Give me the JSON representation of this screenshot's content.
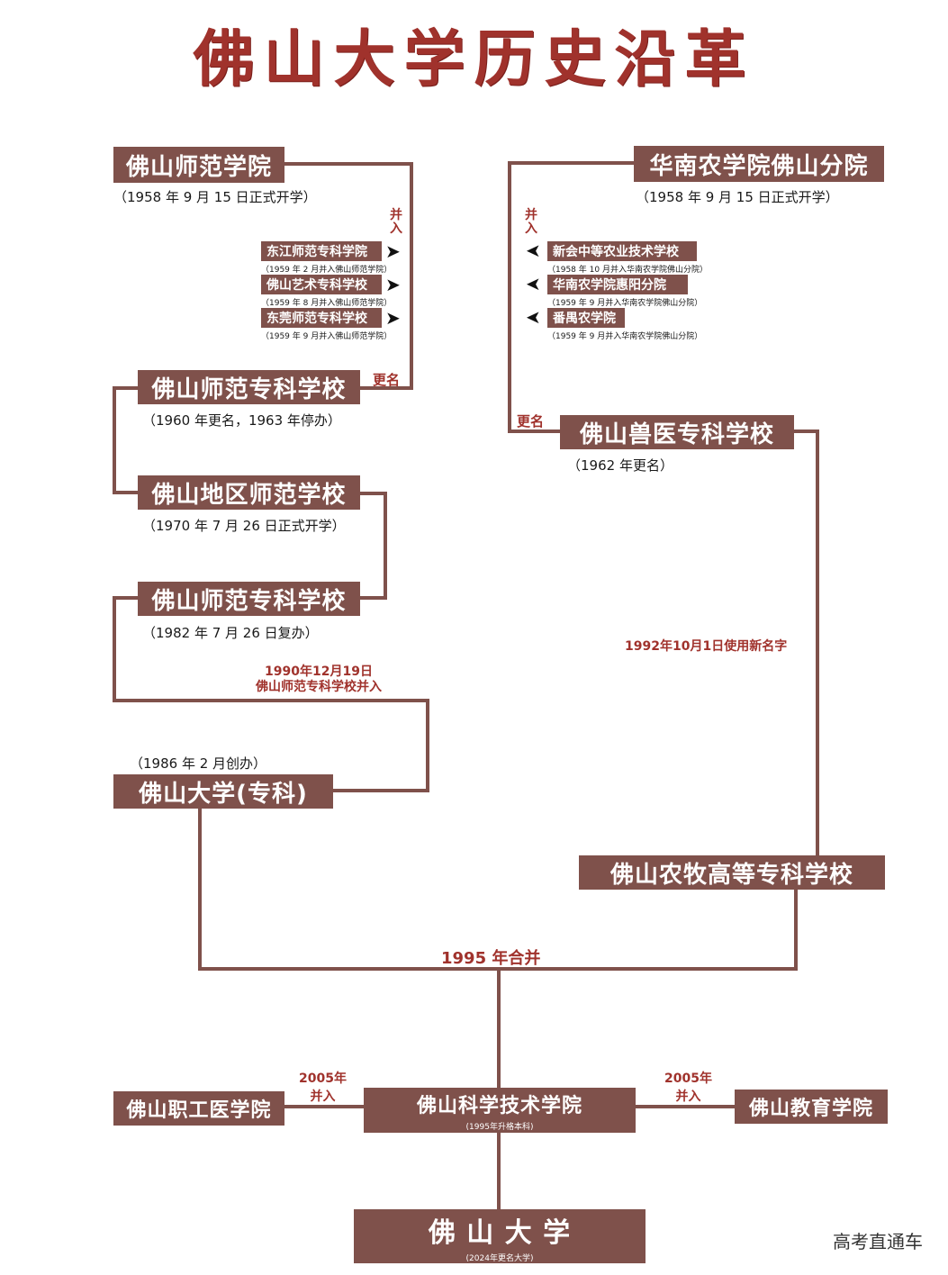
{
  "title": "佛山大学历史沿革",
  "left_top": {
    "name": "佛山师范学院",
    "note": "（1958 年 9 月 15 日正式开学）"
  },
  "left_merge_label": "并入",
  "left_merged": [
    {
      "name": "东江师范专科学院",
      "note": "（1959 年 2 月并入佛山师范学院）"
    },
    {
      "name": "佛山艺术专科学校",
      "note": "（1959 年 8 月并入佛山师范学院）"
    },
    {
      "name": "东莞师范专科学校",
      "note": "（1959 年 9 月并入佛山师范学院）"
    }
  ],
  "rename_label": "更名",
  "left_renamed": {
    "name": "佛山师范专科学校",
    "note": "（1960 年更名，1963 年停办）"
  },
  "left_district": {
    "name": "佛山地区师范学校",
    "note": "（1970 年 7 月 26 日正式开学）"
  },
  "left_restored": {
    "name": "佛山师范专科学校",
    "note": "（1982 年 7 月 26 日复办）"
  },
  "merge_1990": {
    "line1": "1990年12月19日",
    "line2": "佛山师范专科学校并入"
  },
  "fs_univ_zk": {
    "name": "佛山大学(专科)",
    "note": "（1986 年 2 月创办）"
  },
  "right_top": {
    "name": "华南农学院佛山分院",
    "note": "（1958 年 9 月 15 日正式开学）"
  },
  "right_merge_label": "并入",
  "right_merged": [
    {
      "name": "新会中等农业技术学校",
      "note": "（1958 年 10 月并入华南农学院佛山分院）"
    },
    {
      "name": "华南农学院惠阳分院",
      "note": "（1959 年 9 月并入华南农学院佛山分院）"
    },
    {
      "name": "番禺农学院",
      "note": "（1959 年 9 月并入华南农学院佛山分院）"
    }
  ],
  "right_rename_label": "更名",
  "right_renamed": {
    "name": "佛山兽医专科学校",
    "note": "（1962 年更名）"
  },
  "rename_1992": "1992年10月1日使用新名字",
  "agri_college": {
    "name": "佛山农牧高等专科学校"
  },
  "merge_1995": "1995 年合并",
  "fosu_sci_tech": {
    "name": "佛山科学技术学院",
    "note": "(1995年升格本科)"
  },
  "left_2005": {
    "year": "2005年",
    "label": "并入",
    "name": "佛山职工医学院"
  },
  "right_2005": {
    "year": "2005年",
    "label": "并入",
    "name": "佛山教育学院"
  },
  "final": {
    "name": "佛 山 大 学",
    "note": "(2024年更名大学)"
  },
  "watermark": "高考直通车",
  "colors": {
    "box": "#7f514b",
    "accent": "#a0322c",
    "line": "#7f514b"
  },
  "icons": [
    "arrow-right-icon",
    "arrow-left-icon"
  ]
}
